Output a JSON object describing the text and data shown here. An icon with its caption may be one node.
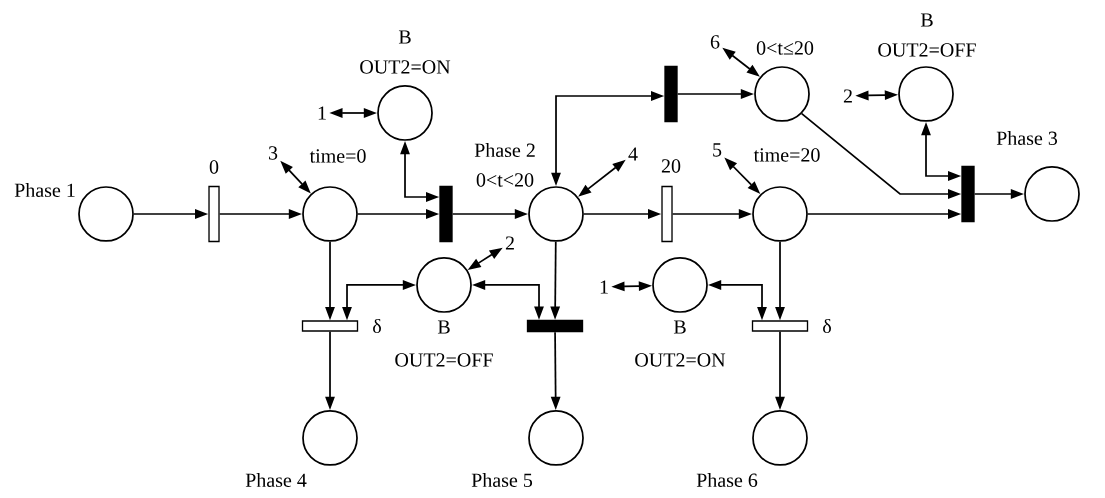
{
  "diagram": {
    "nodes": [
      {
        "text": [],
        "shape": "circle",
        "beside": [
          "Phase 1"
        ]
      },
      {
        "text": [],
        "shape": "bar",
        "beside": [
          "0"
        ]
      },
      {
        "text": [
          "3"
        ]
      },
      {
        "text": [],
        "shape": "circle",
        "beside": [
          "time=0"
        ]
      },
      {
        "text": [
          "1"
        ]
      },
      {
        "text": [],
        "shape": "circle",
        "beside": [
          "B",
          "OUT2=ON"
        ]
      },
      {
        "text": [],
        "shape": "bar"
      },
      {
        "text": [],
        "shape": "circle",
        "beside": [
          "Phase 2",
          "0<t<20"
        ]
      },
      {
        "text": [
          "4"
        ]
      },
      {
        "text": [],
        "shape": "bar"
      },
      {
        "text": [
          "6"
        ]
      },
      {
        "text": [],
        "shape": "circle",
        "beside": [
          "0<t≤20"
        ]
      },
      {
        "text": [
          "2"
        ]
      },
      {
        "text": [],
        "shape": "circle",
        "beside": [
          "B",
          "OUT2=OFF"
        ]
      },
      {
        "text": [],
        "shape": "bar",
        "beside": [
          "20"
        ]
      },
      {
        "text": [
          "5"
        ]
      },
      {
        "text": [],
        "shape": "circle",
        "beside": [
          "time=20"
        ]
      },
      {
        "text": [],
        "shape": "bar"
      },
      {
        "text": [],
        "shape": "circle",
        "beside": [
          "Phase 3"
        ]
      },
      {
        "text": [],
        "shape": "circle",
        "beside": [
          "B",
          "OUT2=OFF"
        ]
      },
      {
        "text": [
          "2"
        ]
      },
      {
        "text": [],
        "shape": "bar",
        "beside": [
          "δ"
        ]
      },
      {
        "text": [],
        "shape": "bar"
      },
      {
        "text": [
          "1"
        ]
      },
      {
        "text": [],
        "shape": "circle",
        "beside": [
          "B",
          "OUT2=ON"
        ]
      },
      {
        "text": [],
        "shape": "bar",
        "beside": [
          "δ"
        ]
      },
      {
        "text": [],
        "shape": "circle",
        "beside": [
          "Phase 4"
        ]
      },
      {
        "text": [],
        "shape": "circle",
        "beside": [
          "Phase 5"
        ]
      },
      {
        "text": [],
        "shape": "circle",
        "beside": [
          "Phase 6"
        ]
      }
    ],
    "edges": [
      {
        "from": 0,
        "to": 1,
        "arrow": "to"
      },
      {
        "from": 1,
        "to": 3,
        "arrow": "to"
      },
      {
        "from": 3,
        "to": 6,
        "arrow": "to"
      },
      {
        "from": 5,
        "to": 6,
        "arrow": "both"
      },
      {
        "from": 6,
        "to": 7,
        "arrow": "to"
      },
      {
        "from": 7,
        "to": 9,
        "arrow": "both"
      },
      {
        "from": 9,
        "to": 11,
        "arrow": "to"
      },
      {
        "from": 2,
        "to": 3,
        "arrow": "both"
      },
      {
        "from": 4,
        "to": 5,
        "arrow": "both"
      },
      {
        "from": 8,
        "to": 7,
        "arrow": "both"
      },
      {
        "from": 10,
        "to": 11,
        "arrow": "both"
      },
      {
        "from": 12,
        "to": 13,
        "arrow": "both"
      },
      {
        "from": 7,
        "to": 14,
        "arrow": "to"
      },
      {
        "from": 14,
        "to": 16,
        "arrow": "to"
      },
      {
        "from": 15,
        "to": 16,
        "arrow": "both"
      },
      {
        "from": 11,
        "to": 17,
        "arrow": "to"
      },
      {
        "from": 16,
        "to": 17,
        "arrow": "to"
      },
      {
        "from": 13,
        "to": 17,
        "arrow": "both"
      },
      {
        "from": 17,
        "to": 18,
        "arrow": "to"
      },
      {
        "from": 3,
        "to": 21,
        "arrow": "to"
      },
      {
        "from": 19,
        "to": 21,
        "arrow": "both"
      },
      {
        "from": 7,
        "to": 22,
        "arrow": "to"
      },
      {
        "from": 19,
        "to": 22,
        "arrow": "both"
      },
      {
        "from": 16,
        "to": 25,
        "arrow": "to"
      },
      {
        "from": 24,
        "to": 25,
        "arrow": "both"
      },
      {
        "from": 23,
        "to": 24,
        "arrow": "both"
      },
      {
        "from": 20,
        "to": 19,
        "arrow": "both"
      },
      {
        "from": 21,
        "to": 26,
        "arrow": "to"
      },
      {
        "from": 22,
        "to": 27,
        "arrow": "to"
      },
      {
        "from": 25,
        "to": 28,
        "arrow": "to"
      }
    ]
  }
}
